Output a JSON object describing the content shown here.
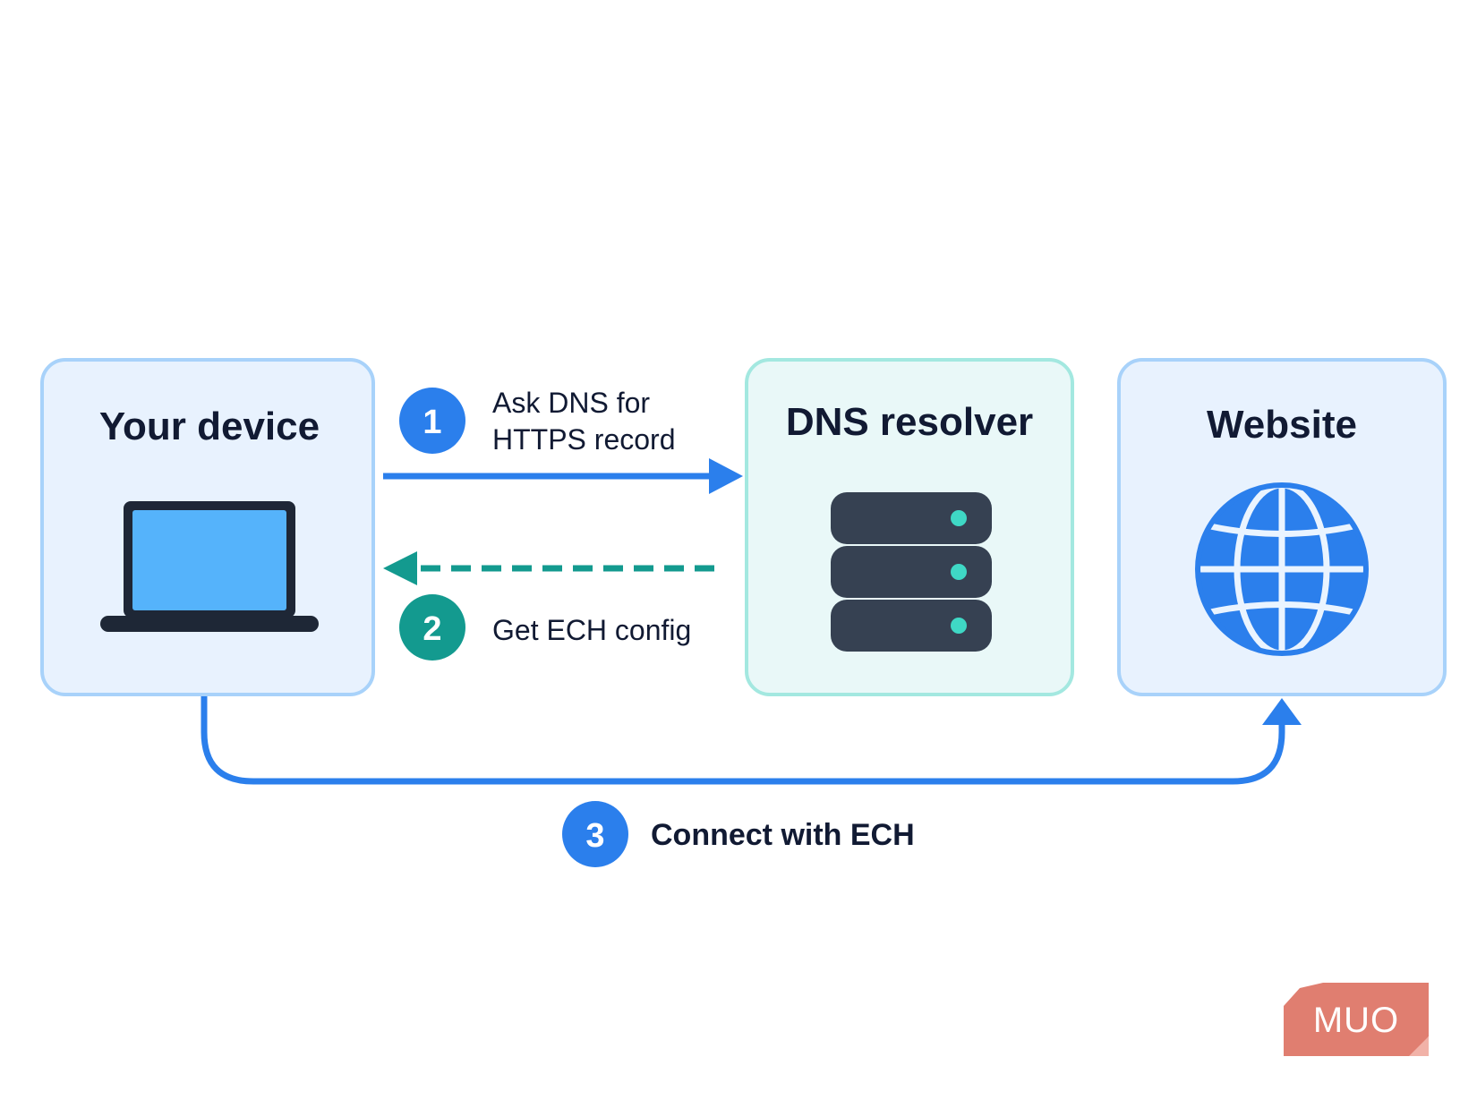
{
  "nodes": {
    "device": {
      "title": "Your device"
    },
    "resolver": {
      "title": "DNS resolver"
    },
    "website": {
      "title": "Website"
    }
  },
  "steps": [
    {
      "number": "1",
      "label_line1": "Ask DNS for",
      "label_line2": "HTTPS record"
    },
    {
      "number": "2",
      "label": "Get ECH config"
    },
    {
      "number": "3",
      "label": "Connect with ECH"
    }
  ],
  "watermark": {
    "text": "MUO"
  },
  "colors": {
    "blue": "#2b7fec",
    "teal": "#139a8f",
    "dark": "#111a33",
    "server": "#364152",
    "server_led": "#3fd8c5",
    "laptop_screen": "#55b3fb",
    "box_blue_fill": "#e8f2fe",
    "box_blue_stroke": "#a8d2fa",
    "box_teal_fill": "#e9f8f8",
    "box_teal_stroke": "#a3e8e0",
    "watermark": "#e07e70"
  },
  "icons": {
    "device": "laptop-icon",
    "resolver": "server-stack-icon",
    "website": "globe-icon"
  }
}
